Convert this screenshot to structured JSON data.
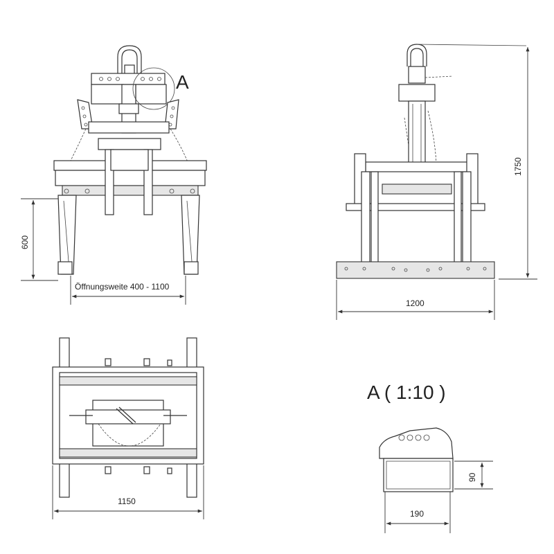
{
  "labels": {
    "detail_marker": "A",
    "detail_title": "A ( 1:10 )",
    "opening_width": "Öffnungsweite 400 - 1100"
  },
  "dimensions": {
    "front_height": "600",
    "side_height": "1750",
    "side_width": "1200",
    "top_width": "1150",
    "detail_height": "90",
    "detail_width": "190"
  }
}
